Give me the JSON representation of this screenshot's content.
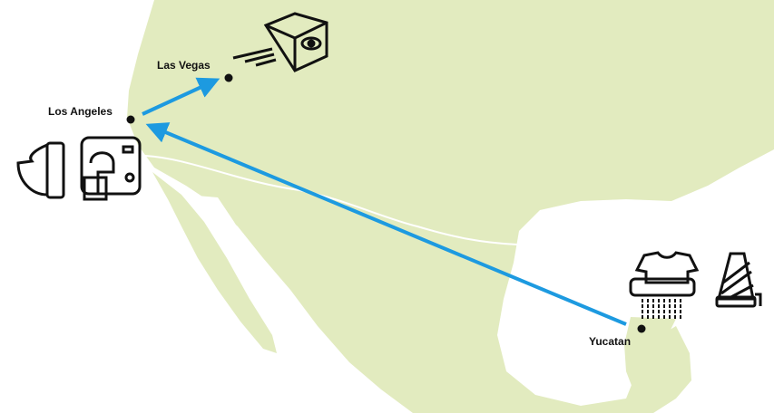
{
  "colors": {
    "land": "#e2ebbf",
    "water": "#ffffff",
    "route": "#1d9ae0",
    "marker": "#111111"
  },
  "cities": [
    {
      "name": "Los Angeles",
      "icons": [
        "fabric-roll-icon",
        "sewing-machine-icon"
      ]
    },
    {
      "name": "Las Vegas",
      "icons": [
        "shipping-box-eye-icon"
      ]
    },
    {
      "name": "Yucatan",
      "icons": [
        "garment-shredder-icon",
        "thread-spool-icon"
      ]
    }
  ],
  "routes": [
    {
      "from": "Los Angeles",
      "to": "Las Vegas"
    },
    {
      "from": "Yucatan",
      "to": "Los Angeles"
    }
  ]
}
